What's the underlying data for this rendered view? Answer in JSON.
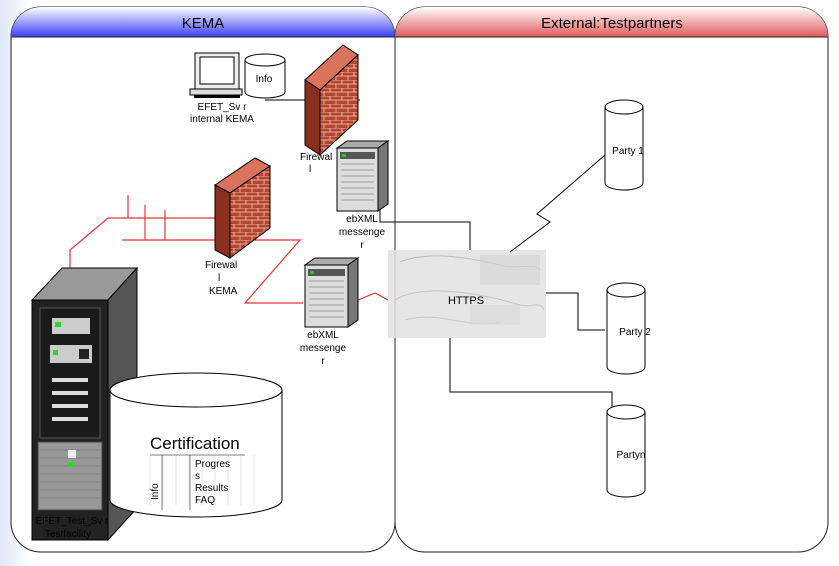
{
  "panels": {
    "left_title": "KEMA",
    "right_title": "External:Testpartners"
  },
  "nodes": {
    "info_db": "Info",
    "efet_svr_line1": "EFET_Sv r",
    "efet_svr_line2": "internal KEMA",
    "firewall_top_line1": "Firewal",
    "firewall_top_line2": "l",
    "firewall_mid_line1": "Firewal",
    "firewall_mid_line2": "l",
    "firewall_mid_line3": "KEMA",
    "ebxml_top_line1": "ebXML",
    "ebxml_top_line2": "messenge",
    "ebxml_top_line3": "r",
    "ebxml_mid_line1": "ebXML",
    "ebxml_mid_line2": "messenge",
    "ebxml_mid_line3": "r",
    "https": "HTTPS",
    "party1": "Party 1",
    "party2": "Party 2",
    "partyn": "Partyn",
    "certification": "Certification",
    "cert_info": "Info",
    "cert_item1_line1": "Progres",
    "cert_item1_line2": "s",
    "cert_item2": "Results",
    "cert_item3": "FAQ",
    "test_svr_line1": "EFET_Test_Sv r",
    "test_svr_line2": "Testfacility"
  },
  "colors": {
    "left_header": "#3a3ff0",
    "right_header": "#e05a5a",
    "network_line": "#e33",
    "brick": "#b5452e"
  }
}
